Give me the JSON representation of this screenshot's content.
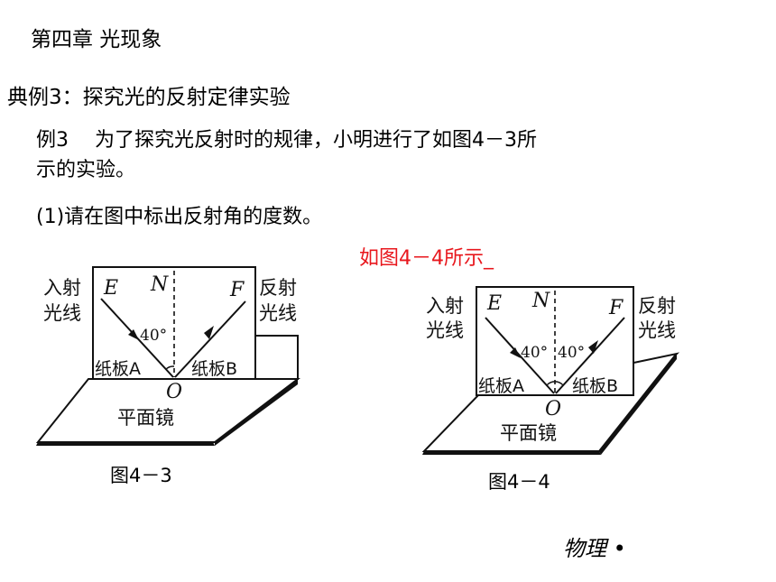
{
  "header": {
    "chapter": "第四章  光现象"
  },
  "section": {
    "title": "典例3：探究光的反射定律实验"
  },
  "question": {
    "line1": "例3　 为了探究光反射时的规律，小明进行了如图4－3所",
    "line2": "示的实验。",
    "part1": "(1)请在图中标出反射角的度数。"
  },
  "answer": {
    "text": "如图4－4所示_",
    "color": "#e8171d"
  },
  "figure1": {
    "caption": "图4－3",
    "incident_label_1": "入射",
    "incident_label_2": "光线",
    "reflect_label_1": "反射",
    "reflect_label_2": "光线",
    "point_e": "E",
    "point_n": "N",
    "point_f": "F",
    "point_o": "O",
    "angle": "40°",
    "board_a": "纸板A",
    "board_b": "纸板B",
    "mirror": "平面镜"
  },
  "figure2": {
    "caption": "图4－4",
    "incident_label_1": "入射",
    "incident_label_2": "光线",
    "reflect_label_1": "反射",
    "reflect_label_2": "光线",
    "point_e": "E",
    "point_n": "N",
    "point_f": "F",
    "point_o": "O",
    "angle_incident": "40°",
    "angle_reflect": "40°",
    "board_a": "纸板A",
    "board_b": "纸板B",
    "mirror": "平面镜"
  },
  "footer": {
    "subject": "物理 •"
  }
}
